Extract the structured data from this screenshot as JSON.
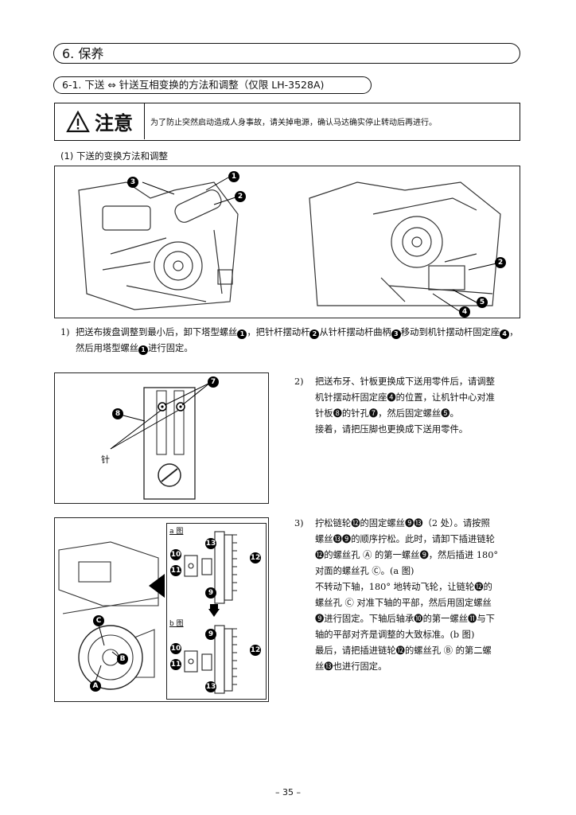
{
  "section": {
    "title": "6. 保养"
  },
  "subsection": {
    "title": "6-1. 下送 ⇔ 针送互相变换的方法和调整（仅限 LH-3528A)"
  },
  "caution": {
    "label": "注意",
    "message": "为了防止突然启动造成人身事故，请关掉电源，确认马达确实停止转动后再进行。"
  },
  "step_heading": "(1) 下送的变换方法和调整",
  "steps": [
    {
      "number": "1)",
      "text_parts": [
        "把送布拨盘调整到最小后，卸下塔型螺丝",
        "1",
        "，把针杆摆动杆",
        "2",
        "从针杆摆动杆曲柄",
        "3",
        "移动到机针摆动杆固定座",
        "4",
        "，然后用塔型螺丝",
        "1",
        "进行固定。"
      ]
    },
    {
      "number": "2)",
      "lines": [
        "把送布牙、针板更换成下送用零件后，请调整",
        "机针摆动杆固定座❹的位置，让机针中心对准",
        "针板❽的针孔❼，然后固定螺丝❺。",
        "接着，请把压脚也更换成下送用零件。"
      ]
    },
    {
      "number": "3)",
      "lines": [
        "拧松链轮⓬的固定螺丝❾⓭（2 处）。请按照",
        "螺丝⓭❾的顺序拧松。此时，请卸下插进链轮",
        "⓬的螺丝孔 Ⓐ 的第一螺丝❾，然后插进 180°",
        "对面的螺丝孔 Ⓒ。(a 图)",
        "不转动下轴，180° 地转动飞轮，让链轮⓬的",
        "螺丝孔 Ⓒ 对准下轴的平部，然后用固定螺丝",
        "❾进行固定。下轴后轴承❿的第一螺丝⓫与下",
        "轴的平部对齐是调整的大致标准。(b 图)",
        "最后，请把插进链轮⓬的螺丝孔 Ⓑ 的第二螺",
        "丝⓭也进行固定。"
      ]
    }
  ],
  "figures": {
    "fig1_left_callouts": [
      "3",
      "1",
      "2"
    ],
    "fig1_right_callouts": [
      "2",
      "5",
      "4"
    ],
    "fig2_callouts": [
      "7",
      "8"
    ],
    "fig2_needle_label": "针",
    "fig3_left_callouts": [
      "C",
      "B",
      "A"
    ],
    "fig3_a_label": "a 图",
    "fig3_b_label": "b 图",
    "fig3_a_callouts": [
      "13",
      "10",
      "11",
      "9",
      "12"
    ],
    "fig3_b_callouts": [
      "9",
      "10",
      "11",
      "13",
      "12"
    ]
  },
  "footer": {
    "page": "– 35 –"
  }
}
